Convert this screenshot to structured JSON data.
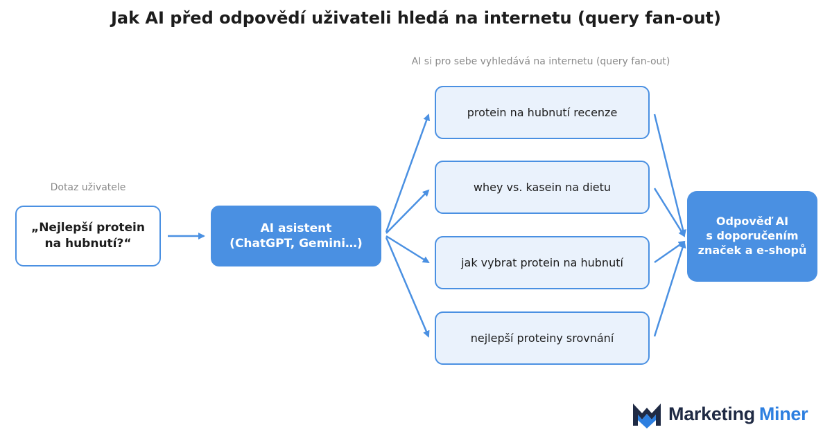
{
  "title": "Jak AI před odpovědí uživateli hledá na internetu (query fan-out)",
  "user_caption": "Dotaz uživatele",
  "fanout_caption": "AI si pro sebe vyhledává na internetu (query fan-out)",
  "user_query": "„Nejlepší protein\nna hubnutí?“",
  "assistant": "AI asistent\n(ChatGPT, Gemini…)",
  "queries": [
    "protein na hubnutí recenze",
    "whey vs. kasein na dietu",
    "jak vybrat protein na hubnutí",
    "nejlepší proteiny srovnání"
  ],
  "answer": "Odpověď AI\ns doporučením\nznaček a e-shopů",
  "logo": {
    "word1": "Marketing",
    "word2": "Miner"
  },
  "colors": {
    "accent": "#4a90e2",
    "query_fill": "#eaf2fc",
    "logo_dark": "#1f2a44",
    "logo_blue": "#2d7fe0"
  }
}
